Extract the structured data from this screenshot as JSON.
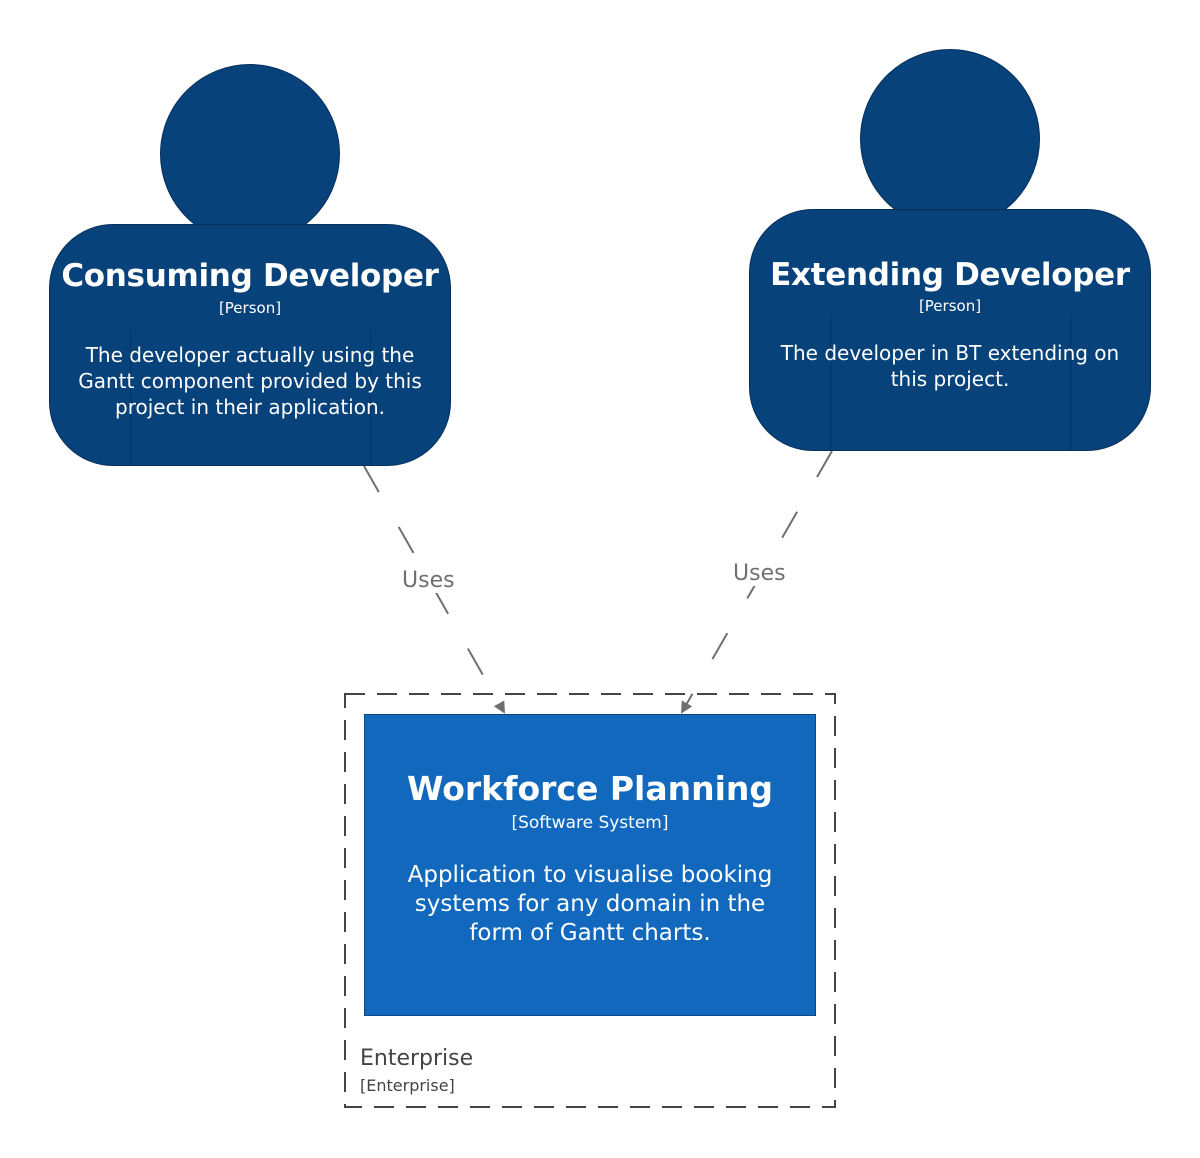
{
  "colors": {
    "person_fill": "#08427b",
    "system_fill": "#1168bd",
    "edge": "#707070",
    "boundary": "#444444"
  },
  "persons": [
    {
      "name": "Consuming Developer",
      "type": "[Person]",
      "description": "The developer actually using the Gantt component provided by this project in their application."
    },
    {
      "name": "Extending Developer",
      "type": "[Person]",
      "description": "The developer in BT extending on this project."
    }
  ],
  "system": {
    "name": "Workforce Planning",
    "type": "[Software System]",
    "description": "Application to visualise booking systems for any domain in the form of Gantt charts."
  },
  "boundary": {
    "name": "Enterprise",
    "type": "[Enterprise]"
  },
  "relationships": [
    {
      "label": "Uses"
    },
    {
      "label": "Uses"
    }
  ]
}
